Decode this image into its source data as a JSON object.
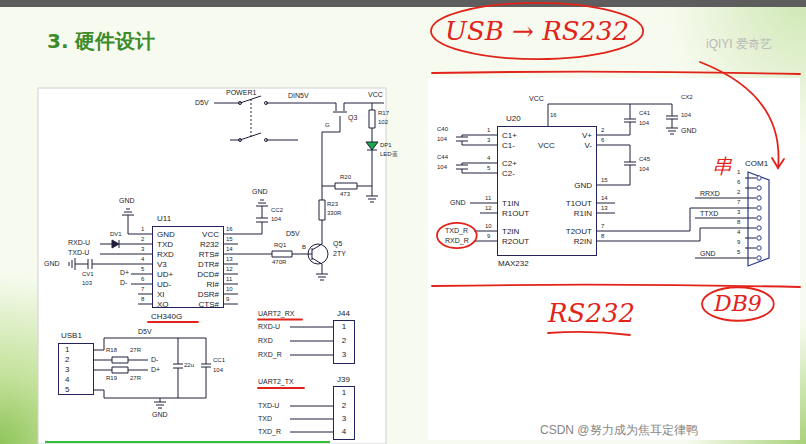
{
  "diagram": {
    "title": "3. 硬件设计",
    "nodes": [
      {
        "text": [
          "U11",
          "CH340G",
          "GND",
          "TXD",
          "RXD",
          "V3",
          "UD+",
          "UD-",
          "XI",
          "XO",
          "VCC",
          "R232",
          "RTS#",
          "DTR#",
          "DCD#",
          "RI#",
          "DSR#",
          "CTS#"
        ]
      },
      {
        "text": [
          "USB1",
          "1",
          "2",
          "3",
          "4",
          "5"
        ]
      },
      {
        "text": [
          "J44",
          "1",
          "2",
          "3"
        ]
      },
      {
        "text": [
          "J39",
          "1",
          "2",
          "3",
          "4"
        ]
      },
      {
        "text": [
          "U20",
          "MAX232",
          "C1+",
          "C1-",
          "C2+",
          "C2-",
          "T1IN",
          "R1OUT",
          "T2IN",
          "R2OUT",
          "VCC",
          "V+",
          "V-",
          "GND",
          "T1OUT",
          "R1IN",
          "T2OUT",
          "R2IN"
        ]
      },
      {
        "text": [
          "COM1"
        ]
      }
    ],
    "edges": [
      {
        "from": 4,
        "to": 5,
        "arrow": "none"
      },
      {
        "from": 4,
        "to": 5,
        "arrow": "none"
      }
    ],
    "labels": [
      "USB → RS232",
      "串",
      "RS232",
      "DB9",
      "iQIYI 爱奇艺",
      "CSDN @努力成为焦耳定律鸭",
      "D5V",
      "POWER1",
      "DIN5V",
      "VCC",
      "G",
      "Q3",
      "R17",
      "102",
      "DP1",
      "LED蓝",
      "R20",
      "473",
      "R23",
      "330R",
      "GND",
      "CC2",
      "104",
      "D5V",
      "RQ1",
      "470R",
      "B",
      "Q5",
      "2TY",
      "GND",
      "RXD-U",
      "TXD-U",
      "DV1",
      "GND",
      "CV1",
      "103",
      "D+",
      "D-",
      "1",
      "2",
      "3",
      "4",
      "5",
      "6",
      "7",
      "8",
      "16",
      "15",
      "14",
      "13",
      "12",
      "11",
      "10",
      "9",
      "D5V",
      "R18",
      "27R",
      "D-",
      "R19",
      "27R",
      "D+",
      "22u",
      "CC1",
      "104",
      "GND",
      "UART2_RX",
      "RXD-U",
      "RXD",
      "RXD_R",
      "UART2_TX",
      "TXD-U",
      "TXD",
      "TXD_R",
      "VCC",
      "16",
      "C40",
      "104",
      "C44",
      "104",
      "1",
      "3",
      "4",
      "5",
      "GND",
      "11",
      "12",
      "TXD_R",
      "RXD_R",
      "10",
      "9",
      "2",
      "6",
      "15",
      "14",
      "13",
      "7",
      "8",
      "C41",
      "104",
      "C45",
      "104",
      "CX2",
      "104",
      "GND",
      "RRXD",
      "TTXD",
      "GND",
      "1",
      "6",
      "2",
      "7",
      "3",
      "8",
      "4",
      "9",
      "5"
    ]
  }
}
